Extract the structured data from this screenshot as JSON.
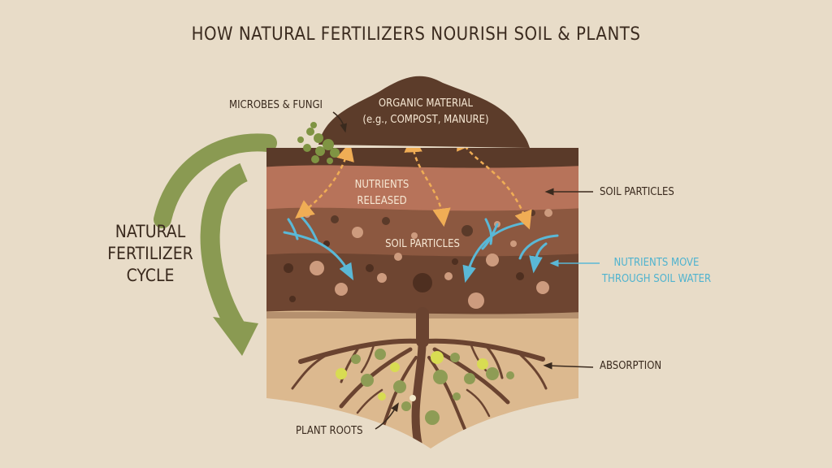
{
  "title": "HOW NATURAL FERTILIZERS NOURISH SOIL & PLANTS",
  "labels": {
    "microbes": "MICROBES & FUNGI",
    "organic_1": "ORGANIC MATERIAL",
    "organic_2": "(e.g., COMPOST, MANURE)",
    "nutrients_released_1": "NUTRIENTS",
    "nutrients_released_2": "RELEASED",
    "soil_particles_inner": "SOIL PARTICLES",
    "soil_particles_side": "SOIL PARTICLES",
    "nutrients_move_1": "NUTRIENTS MOVE",
    "nutrients_move_2": "THROUGH SOIL WATER",
    "absorption": "ABSORPTION",
    "plant_roots": "PLANT ROOTS",
    "cycle_1": "NATURAL",
    "cycle_2": "FERTILIZER",
    "cycle_3": "CYCLE"
  },
  "colors": {
    "background": "#e8dcc8",
    "organic_layer": "#5a3a29",
    "topsoil_layer": "#b7735a",
    "middle_layer": "#8c5840",
    "deep_layer": "#6e4531",
    "subsoil_layer": "#dcb98f",
    "roots": "#6a4330",
    "cycle_arrow": "#8a9a52",
    "nutrient_arrow": "#f0ad55",
    "water_arrow": "#5ab8d6",
    "microbes": "#7f9443",
    "root_nodules_green": "#8e9c55",
    "root_nodules_yellow": "#d8dc52"
  }
}
